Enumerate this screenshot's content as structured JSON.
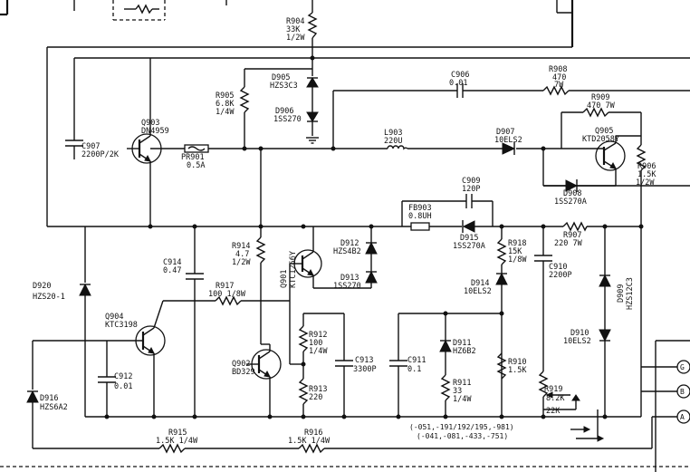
{
  "components": {
    "r904": {
      "ref": "R904",
      "v1": "33K",
      "v2": "1/2W"
    },
    "r905": {
      "ref": "R905",
      "v1": "6.8K",
      "v2": "1/4W"
    },
    "d905": {
      "ref": "D905",
      "v1": "HZS3C3"
    },
    "d906": {
      "ref": "D906",
      "v1": "1SS270"
    },
    "c906": {
      "ref": "C906",
      "v1": "0.01"
    },
    "r908": {
      "ref": "R908",
      "v1": "470",
      "v2": "7W"
    },
    "r909": {
      "ref": "R909",
      "v1": "470  7W"
    },
    "q905": {
      "ref": "Q905",
      "v1": "KTD2058Y"
    },
    "q903": {
      "ref": "Q903",
      "v1": "DN4959"
    },
    "c907": {
      "ref": "C907",
      "v1": "2200P/2K"
    },
    "pr901": {
      "ref": "PR901",
      "v1": "0.5A"
    },
    "l903": {
      "ref": "L903",
      "v1": "220U"
    },
    "d907": {
      "ref": "D907",
      "v1": "10ELS2"
    },
    "r906": {
      "ref": "R906",
      "v1": "1.5K",
      "v2": "1/2W"
    },
    "d908": {
      "ref": "D908",
      "v1": "1SS270A"
    },
    "c909": {
      "ref": "C909",
      "v1": "120P"
    },
    "fb903": {
      "ref": "FB903",
      "v1": "0.8UH"
    },
    "d915": {
      "ref": "D915",
      "v1": "1SS270A"
    },
    "r907": {
      "ref": "R907",
      "v1": "220 7W"
    },
    "c914": {
      "ref": "C914",
      "v1": "0.47"
    },
    "r914": {
      "ref": "R914",
      "v1": "4.7",
      "v2": "1/2W"
    },
    "q901": {
      "ref": "Q901",
      "v1": "KTC1256Y"
    },
    "d912": {
      "ref": "D912",
      "v1": "HZS4B2"
    },
    "d913": {
      "ref": "D913",
      "v1": "1SS270"
    },
    "r918": {
      "ref": "R918",
      "v1": "15K",
      "v2": "1/8W"
    },
    "d914": {
      "ref": "D914",
      "v1": "10ELS2"
    },
    "c910": {
      "ref": "C910",
      "v1": "2200P"
    },
    "d909": {
      "ref": "D909",
      "v1": "HZS12C3"
    },
    "d920": {
      "ref": "D920",
      "v1": "HZS20-1"
    },
    "r917": {
      "ref": "R917",
      "v1": "100 1/8W"
    },
    "q904": {
      "ref": "Q904",
      "v1": "KTC3198"
    },
    "c912": {
      "ref": "C912",
      "v1": "0.01"
    },
    "q902": {
      "ref": "Q902",
      "v1": "BD329"
    },
    "r912": {
      "ref": "R912",
      "v1": "100",
      "v2": "1/4W"
    },
    "r913": {
      "ref": "R913",
      "v1": "220"
    },
    "c913": {
      "ref": "C913",
      "v1": "3300P"
    },
    "c911": {
      "ref": "C911",
      "v1": "0.1"
    },
    "d911": {
      "ref": "D911",
      "v1": "HZ6B2"
    },
    "r911": {
      "ref": "R911",
      "v1": "33",
      "v2": "1/4W"
    },
    "r910": {
      "ref": "R910",
      "v1": "1.5K"
    },
    "r919": {
      "ref": "R919",
      "v1": "8.2K",
      "v2": "22K"
    },
    "d910": {
      "ref": "D910",
      "v1": "10ELS2"
    },
    "d916": {
      "ref": "D916",
      "v1": "HZS6A2"
    },
    "r915": {
      "ref": "R915",
      "v1": "1.5K 1/4W"
    },
    "r916": {
      "ref": "R916",
      "v1": "1.5K 1/4W"
    }
  },
  "notes": {
    "n1": "(-051,-191/192/195,-981)",
    "n2": "(-041,-081,-433,-751)"
  },
  "connectors": {
    "c1": "G",
    "c2": "B",
    "c3": "A"
  }
}
